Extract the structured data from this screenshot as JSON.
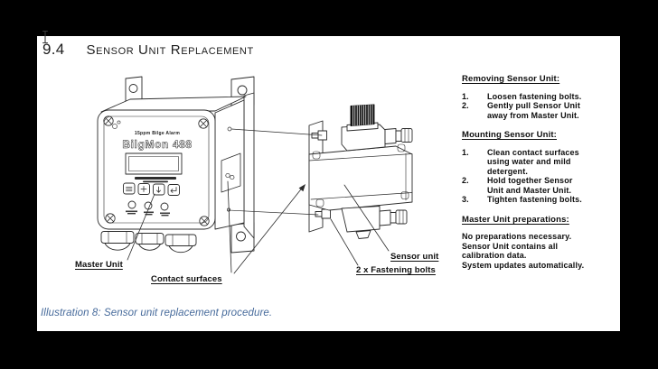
{
  "page": {
    "heading_number": "9.4",
    "heading_title": "Sensor Unit Replacement",
    "caption": "Illustration 8: Sensor unit replacement procedure.",
    "caption_color": "#466a9b"
  },
  "instructions": {
    "removing": {
      "heading": "Removing Sensor Unit:",
      "items": [
        {
          "num": "1.",
          "text": "Loosen fastening bolts."
        },
        {
          "num": "2.",
          "text": "Gently pull Sensor Unit\naway from Master Unit."
        }
      ]
    },
    "mounting": {
      "heading": "Mounting Sensor Unit:",
      "items": [
        {
          "num": "1.",
          "text": "Clean contact surfaces\nusing water and mild\ndetergent."
        },
        {
          "num": "2.",
          "text": "Hold together Sensor\nUnit and Master Unit."
        },
        {
          "num": "3.",
          "text": "Tighten fastening bolts."
        }
      ]
    },
    "preparations": {
      "heading": "Master Unit preparations:",
      "text": "No preparations necessary.\nSensor Unit contains all\ncalibration data.\nSystem updates automatically."
    }
  },
  "diagram": {
    "device": {
      "tagline": "15ppm Bilge Alarm",
      "model": "BilgMon 488"
    },
    "labels": {
      "master_unit": "Master Unit",
      "contact_surfaces": "Contact surfaces",
      "sensor_unit": "Sensor unit",
      "fastening_bolts": "2 x Fastening bolts"
    }
  }
}
